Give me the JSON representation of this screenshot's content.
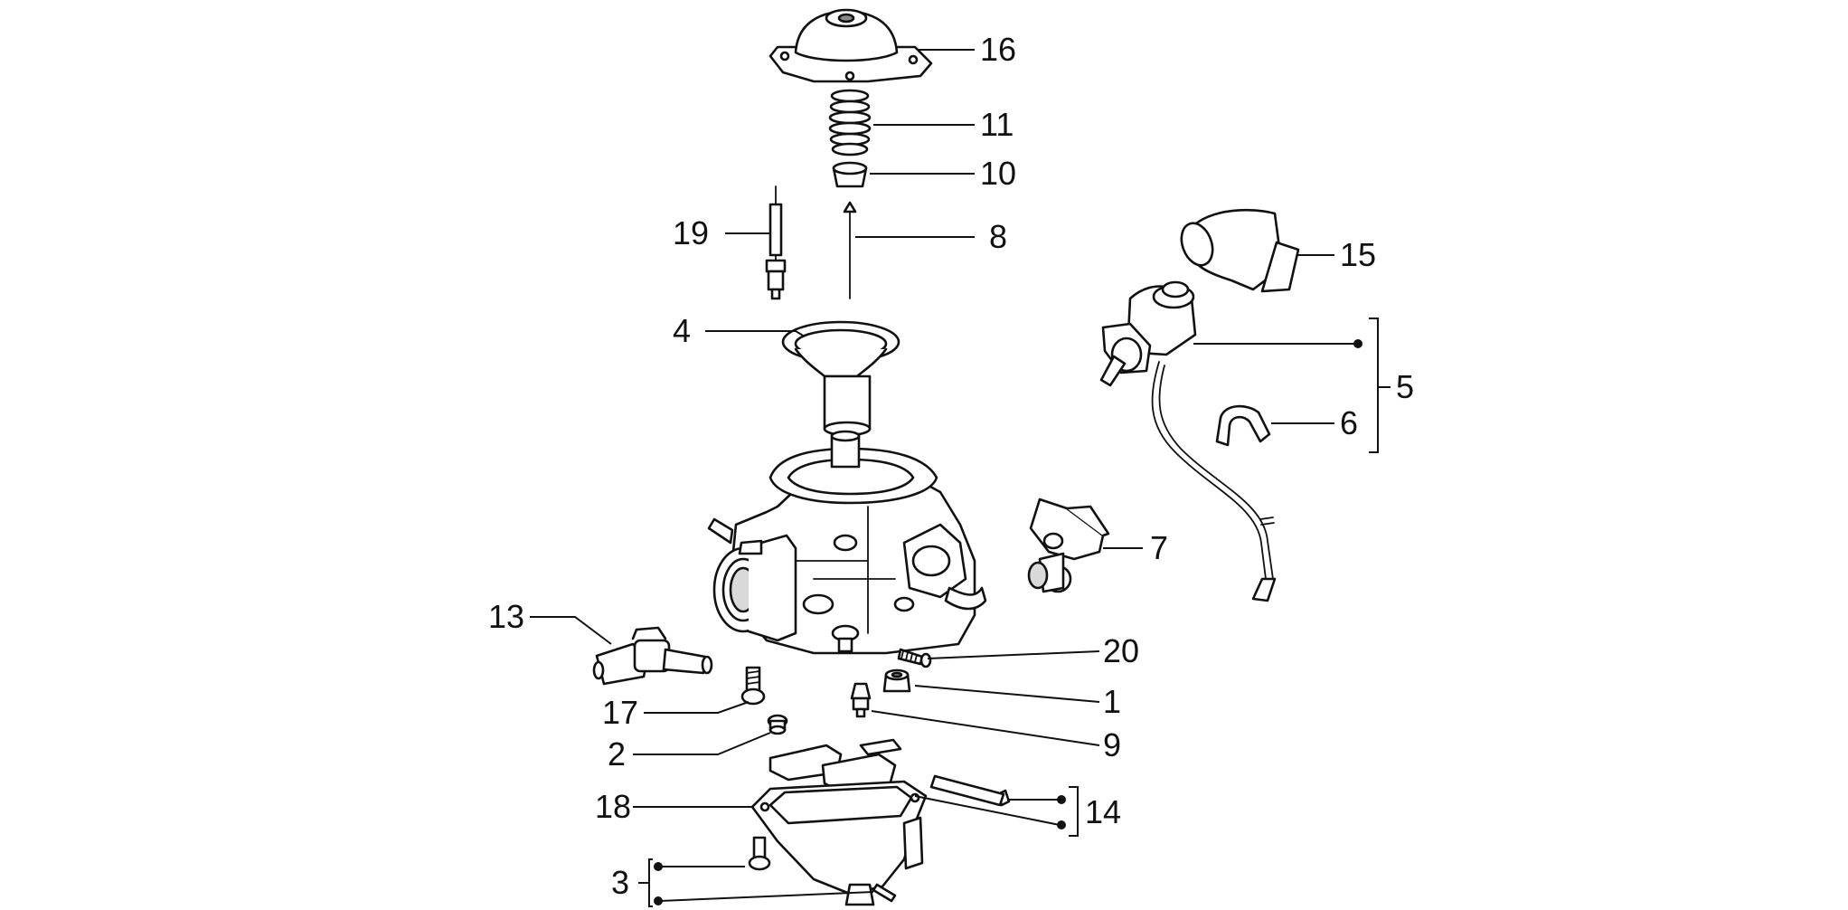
{
  "callouts": {
    "c1": "1",
    "c2": "2",
    "c3": "3",
    "c4": "4",
    "c5": "5",
    "c6": "6",
    "c7": "7",
    "c8": "8",
    "c9": "9",
    "c10": "10",
    "c11": "11",
    "c13": "13",
    "c14": "14",
    "c15": "15",
    "c16": "16",
    "c17": "17",
    "c18": "18",
    "c19": "19",
    "c20": "20"
  }
}
